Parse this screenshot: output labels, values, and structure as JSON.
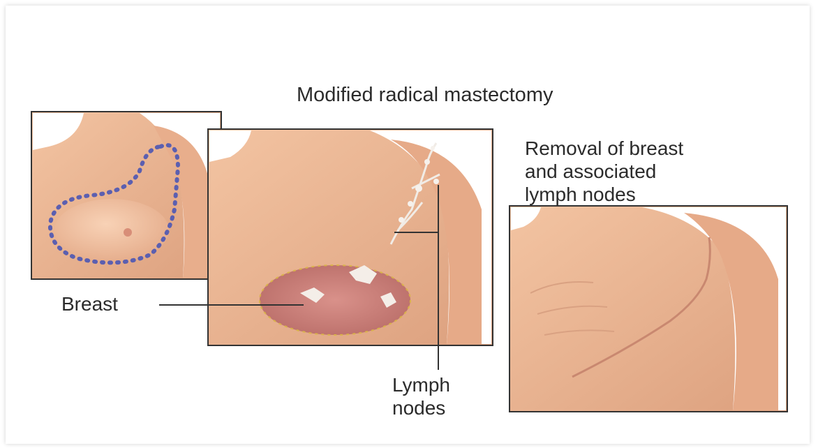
{
  "title": "Modified radical mastectomy",
  "caption": {
    "line1": "Removal of breast",
    "line2": "and associated",
    "line3": "lymph nodes"
  },
  "labels": {
    "breast": "Breast",
    "lymph_line1": "Lymph",
    "lymph_line2": "nodes"
  },
  "colors": {
    "skin": "#efb995",
    "skin_shadow": "#d59a78",
    "incision_dots": "#5b5fb0",
    "tissue": "#c9837c",
    "text": "#2b2b2b"
  }
}
